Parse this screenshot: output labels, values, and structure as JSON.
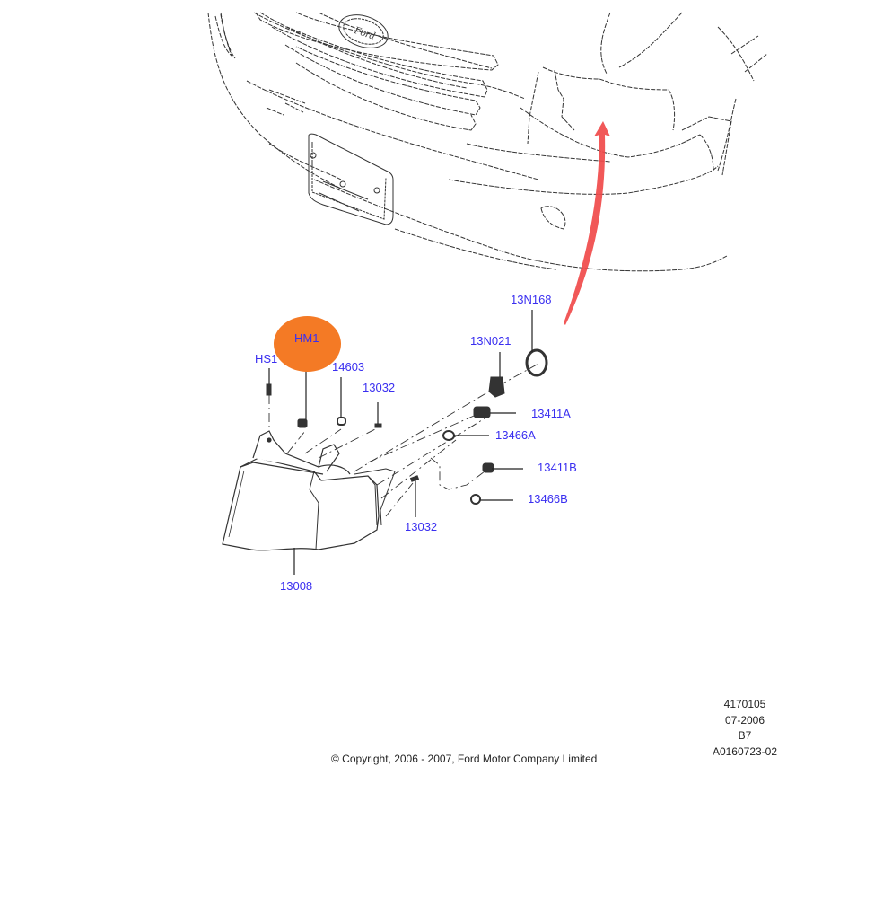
{
  "diagram": {
    "title": "Headlamp assembly exploded view",
    "highlight_color": "#f47a25",
    "callout_color": "#3a2ff0",
    "arrow_color": "#f04a4a",
    "highlighted_callout": "HM1",
    "callouts": [
      {
        "id": "HM1",
        "label": "HM1",
        "highlighted": true
      },
      {
        "id": "HS1",
        "label": "HS1",
        "highlighted": false
      },
      {
        "id": "14603",
        "label": "14603",
        "highlighted": false
      },
      {
        "id": "13032-top",
        "label": "13032",
        "highlighted": false
      },
      {
        "id": "13N168",
        "label": "13N168",
        "highlighted": false
      },
      {
        "id": "13N021",
        "label": "13N021",
        "highlighted": false
      },
      {
        "id": "13411A",
        "label": "13411A",
        "highlighted": false
      },
      {
        "id": "13466A",
        "label": "13466A",
        "highlighted": false
      },
      {
        "id": "13411B",
        "label": "13411B",
        "highlighted": false
      },
      {
        "id": "13466B",
        "label": "13466B",
        "highlighted": false
      },
      {
        "id": "13032-bottom",
        "label": "13032",
        "highlighted": false
      },
      {
        "id": "13008",
        "label": "13008",
        "highlighted": false
      }
    ],
    "vehicle_badge": "Ford"
  },
  "meta": {
    "illustration_number": "4170105",
    "date": "07-2006",
    "revision": "B7",
    "drawing_id": "A0160723-02"
  },
  "footer": {
    "copyright": "© Copyright, 2006 - 2007, Ford Motor Company Limited"
  }
}
